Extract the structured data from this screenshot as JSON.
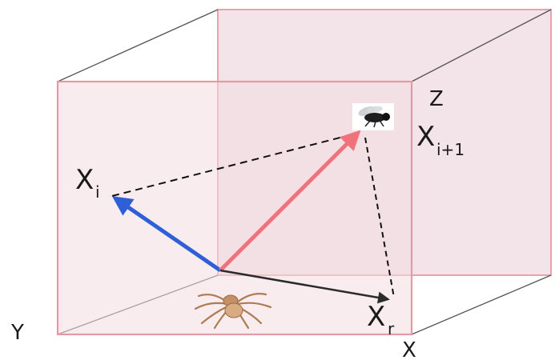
{
  "labels": {
    "x_i_main": "X",
    "x_i_sub": "i",
    "x_next_main": "X",
    "x_next_sub": "i+1",
    "x_r_main": "X",
    "x_r_sub": "r",
    "axis_z": "Z",
    "axis_y": "Y",
    "axis_x": "X"
  },
  "icons": {
    "prey": "fly-icon",
    "predator": "spider-icon"
  },
  "colors": {
    "box_edge": "#e8a3ac",
    "box_fill": "#f6e6ea",
    "box_back_fill": "#f0dde3",
    "vector_i": "#2f5fd6",
    "vector_next": "#f0737c",
    "vector_r": "#2b2b2b",
    "dashed": "#111111"
  }
}
